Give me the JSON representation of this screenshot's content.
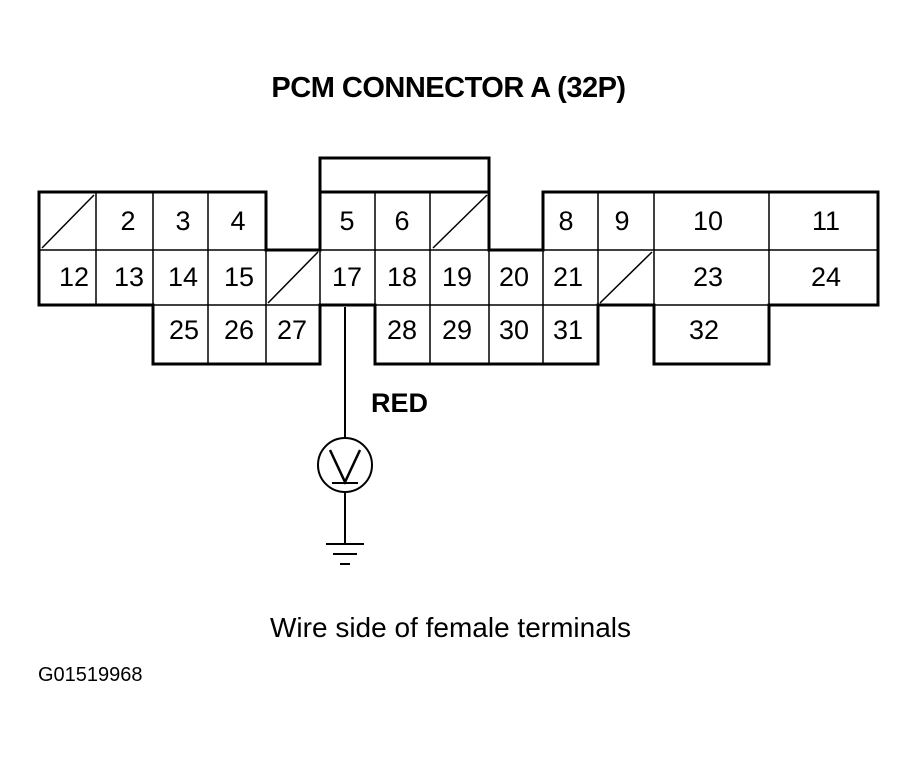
{
  "title": "PCM CONNECTOR A (32P)",
  "wire_label": "RED",
  "caption": "Wire side of female terminals",
  "figure_id": "G01519968",
  "connector": {
    "pins": [
      "2",
      "3",
      "4",
      "5",
      "6",
      "8",
      "9",
      "10",
      "11",
      "12",
      "13",
      "14",
      "15",
      "17",
      "18",
      "19",
      "20",
      "21",
      "23",
      "24",
      "25",
      "26",
      "27",
      "28",
      "29",
      "30",
      "31",
      "32"
    ],
    "probe_pin": "17",
    "unused_cavities": 4
  },
  "meter": {
    "symbol": "voltmeter",
    "ground_symbol": "ground"
  }
}
